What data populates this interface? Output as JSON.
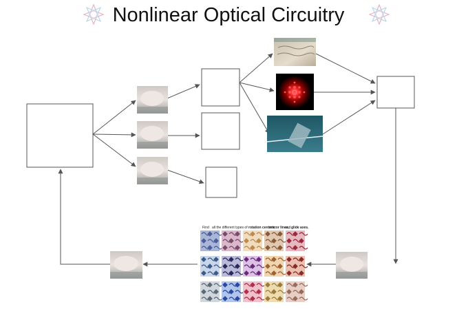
{
  "title": "Nonlinear Optical Circuitry",
  "icons": [
    "geometric-rosette-icon",
    "geometric-rosette-icon"
  ],
  "chart_data": {
    "type": "diagram",
    "nodes": [
      "source-box",
      "finger-photo",
      "finger-photo",
      "finger-photo",
      "stage-box",
      "stage-box",
      "stage-box",
      "paper-photo",
      "laser-photo",
      "waveguide-photo",
      "combiner-box",
      "finger-photo",
      "symmetry-chart",
      "finger-photo"
    ],
    "wallpaper_sheet": {
      "caption": [
        "Find",
        "all the different types of",
        "rotation centers,",
        "mirror lines,",
        "and",
        "glide axes."
      ],
      "symmetry_labels": [
        "",
        "",
        "",
        "",
        "",
        "",
        "",
        "",
        "",
        "",
        "",
        "",
        "",
        "",
        ""
      ]
    }
  },
  "colors": {
    "background": "#ffffff",
    "line": "#555555",
    "laser_red": "#e01010",
    "waveguide_teal": "#2a5f6e"
  }
}
